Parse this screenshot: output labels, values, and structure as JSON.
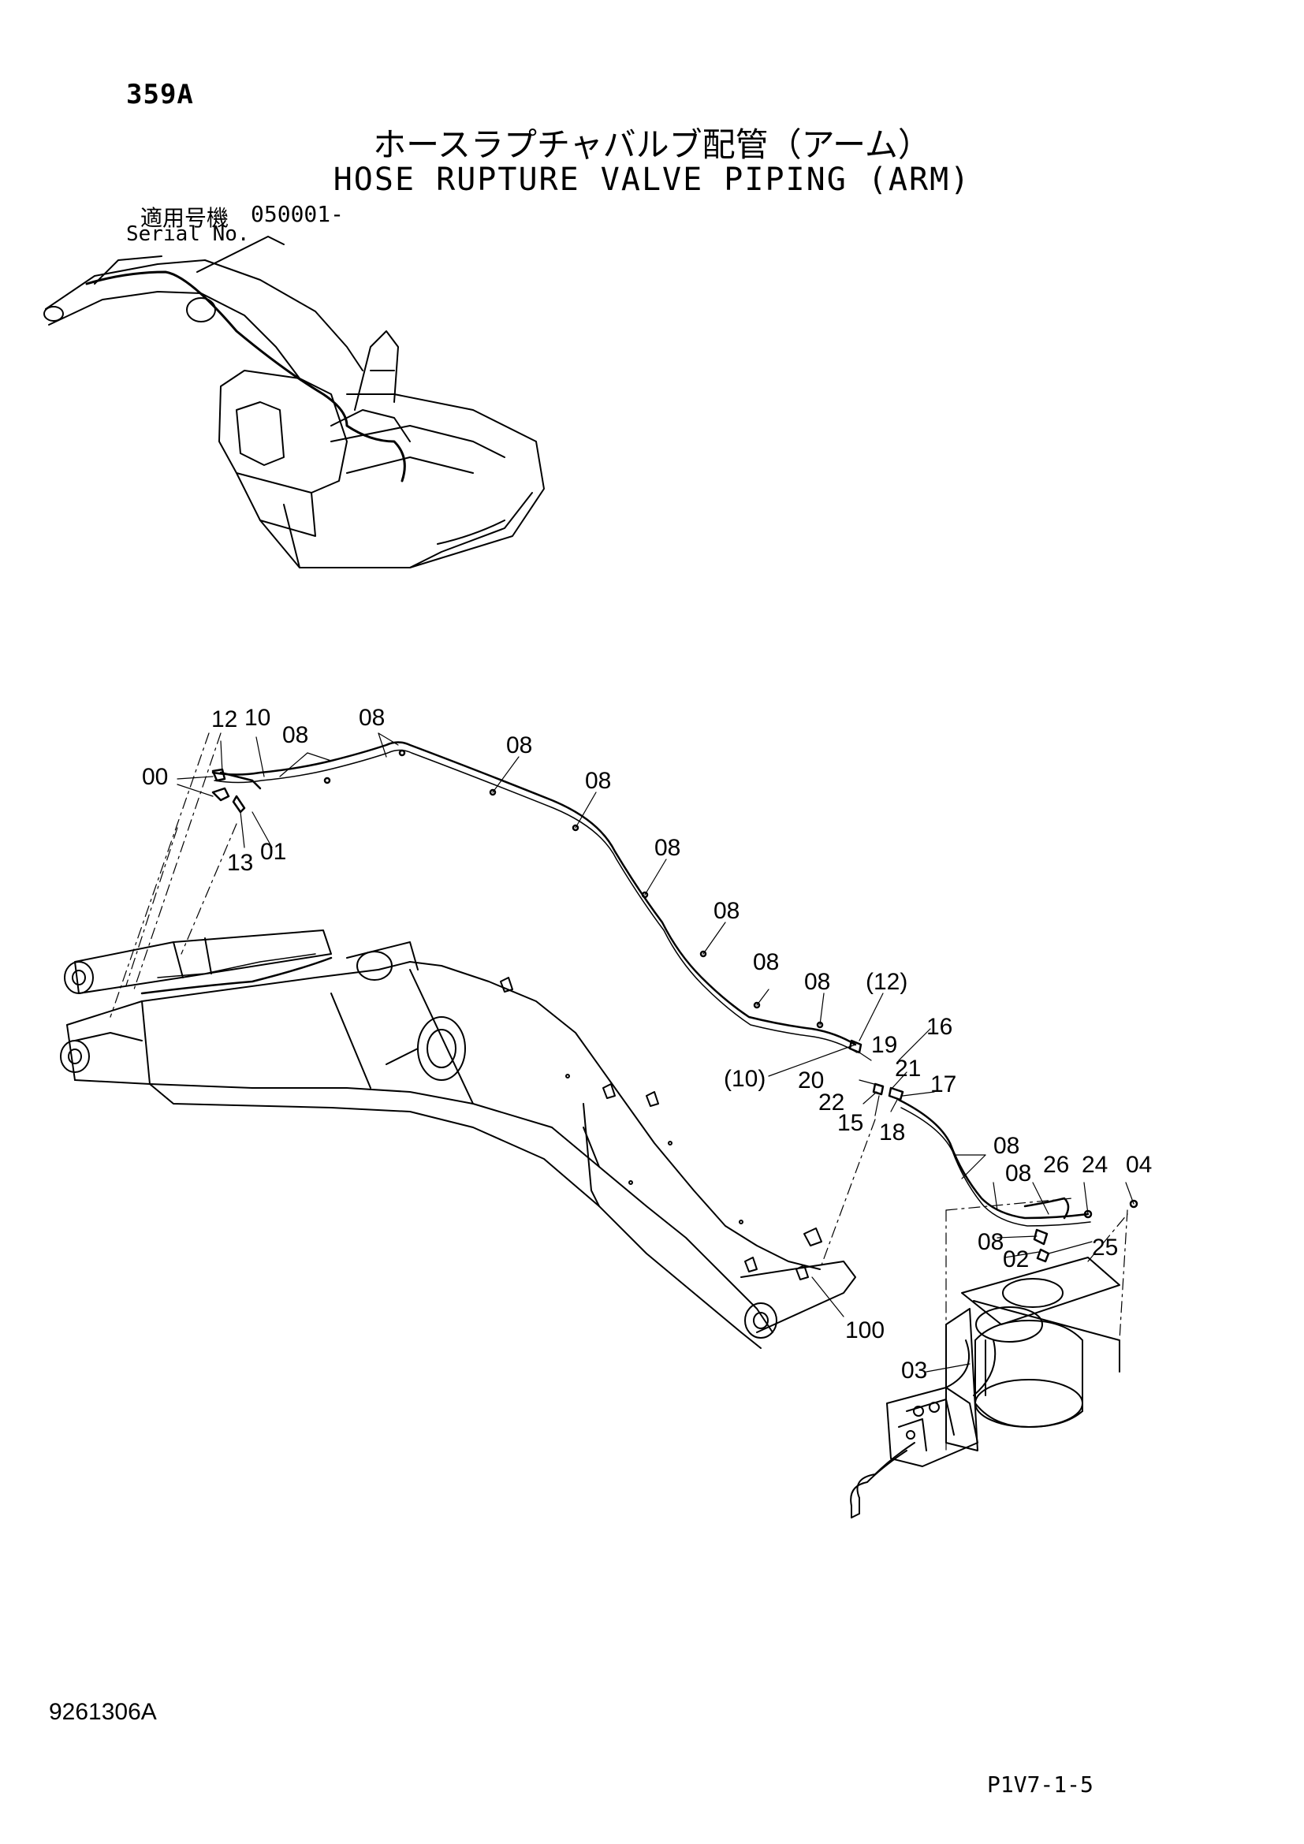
{
  "header": {
    "page_number": "359A",
    "title_jp": "ホースラプチャバルブ配管（アーム）",
    "title_en": "HOSE RUPTURE VALVE PIPING (ARM)",
    "serial_label_jp": "適用号機",
    "serial_value": "050001-",
    "serial_label_en": "Serial No."
  },
  "footer": {
    "document_number": "9261306A",
    "figure_number": "P1V7-1-5"
  },
  "callouts": {
    "c12": "12",
    "c10": "10",
    "c00": "00",
    "c13": "13",
    "c01": "01",
    "c08a": "08",
    "c08b": "08",
    "c08c": "08",
    "c08d": "08",
    "c08e": "08",
    "c08f": "08",
    "c08g": "08",
    "c08h": "08",
    "c08i": "08",
    "c08j": "08",
    "c08k": "08",
    "c12p": "(12)",
    "c10p": "(10)",
    "c16": "16",
    "c19": "19",
    "c20": "20",
    "c21": "21",
    "c22": "22",
    "c17": "17",
    "c15": "15",
    "c18": "18",
    "c26": "26",
    "c24": "24",
    "c04": "04",
    "c25": "25",
    "c02": "02",
    "c100": "100",
    "c03": "03"
  }
}
